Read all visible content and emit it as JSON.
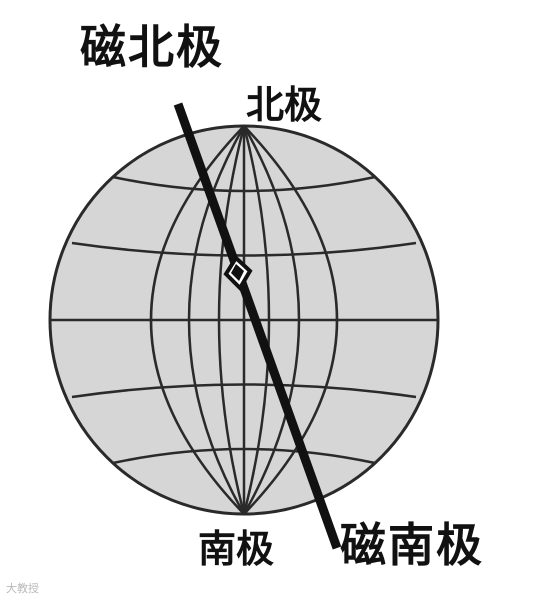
{
  "labels": {
    "magnetic_north": "磁北极",
    "geographic_north": "北极",
    "geographic_south": "南极",
    "magnetic_south": "磁南极"
  },
  "watermark": {
    "text": "大教授"
  },
  "colors": {
    "globe_fill": "#d6d6d6",
    "grid_line": "#2a2a2a",
    "axis_line": "#111111",
    "text": "#111111"
  }
}
